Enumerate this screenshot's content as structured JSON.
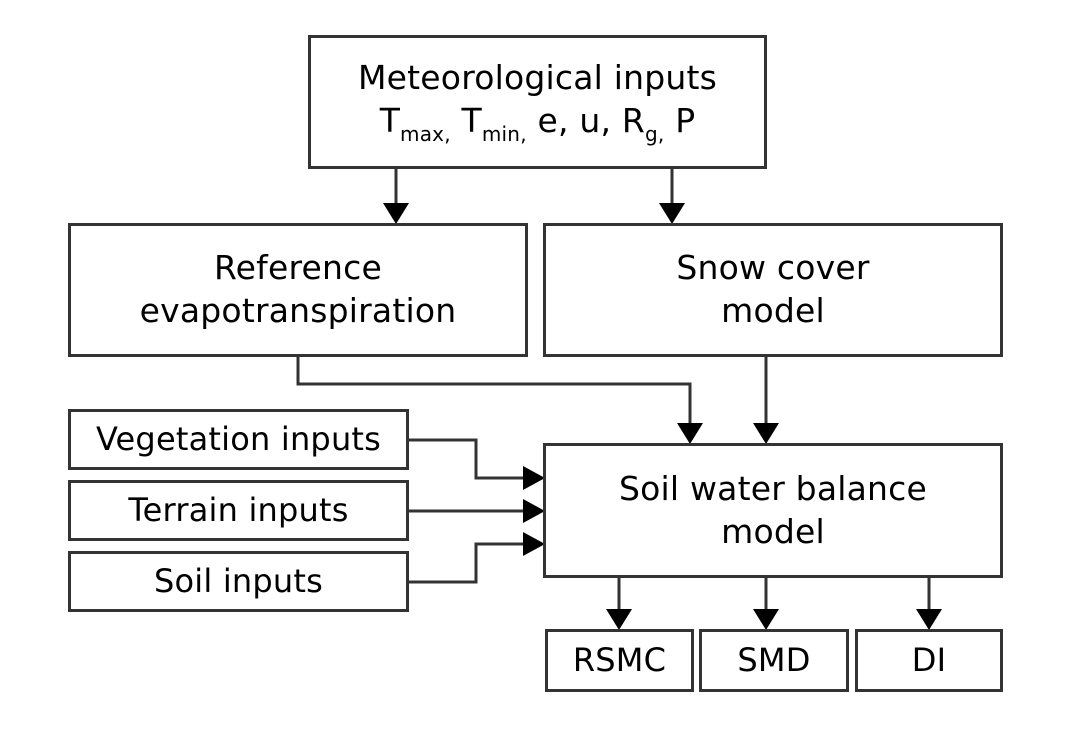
{
  "nodes": {
    "met": {
      "title": "Meteorological inputs",
      "vars": [
        {
          "base": "T",
          "sub": "max",
          "sep": ", "
        },
        {
          "base": "T",
          "sub": "min",
          "sep": ", "
        },
        {
          "base": "e",
          "sub": "",
          "sep": ", "
        },
        {
          "base": "u",
          "sub": "",
          "sep": ", "
        },
        {
          "base": "R",
          "sub": "g",
          "sep": ", "
        },
        {
          "base": "P",
          "sub": "",
          "sep": ""
        }
      ]
    },
    "ref_et": {
      "line1": "Reference",
      "line2": "evapotranspiration"
    },
    "snow": {
      "line1": "Snow cover",
      "line2": "model"
    },
    "veg": {
      "label": "Vegetation inputs"
    },
    "terrain": {
      "label": "Terrain inputs"
    },
    "soil_in": {
      "label": "Soil inputs"
    },
    "swb": {
      "line1": "Soil water balance",
      "line2": "model"
    },
    "rsmc": {
      "label": "RSMC"
    },
    "smd": {
      "label": "SMD"
    },
    "di": {
      "label": "DI"
    }
  },
  "edges": [
    {
      "from": "met",
      "to": "ref_et"
    },
    {
      "from": "met",
      "to": "snow"
    },
    {
      "from": "ref_et",
      "to": "swb"
    },
    {
      "from": "snow",
      "to": "swb"
    },
    {
      "from": "veg",
      "to": "swb"
    },
    {
      "from": "terrain",
      "to": "swb"
    },
    {
      "from": "soil_in",
      "to": "swb"
    },
    {
      "from": "swb",
      "to": "rsmc"
    },
    {
      "from": "swb",
      "to": "smd"
    },
    {
      "from": "swb",
      "to": "di"
    }
  ]
}
